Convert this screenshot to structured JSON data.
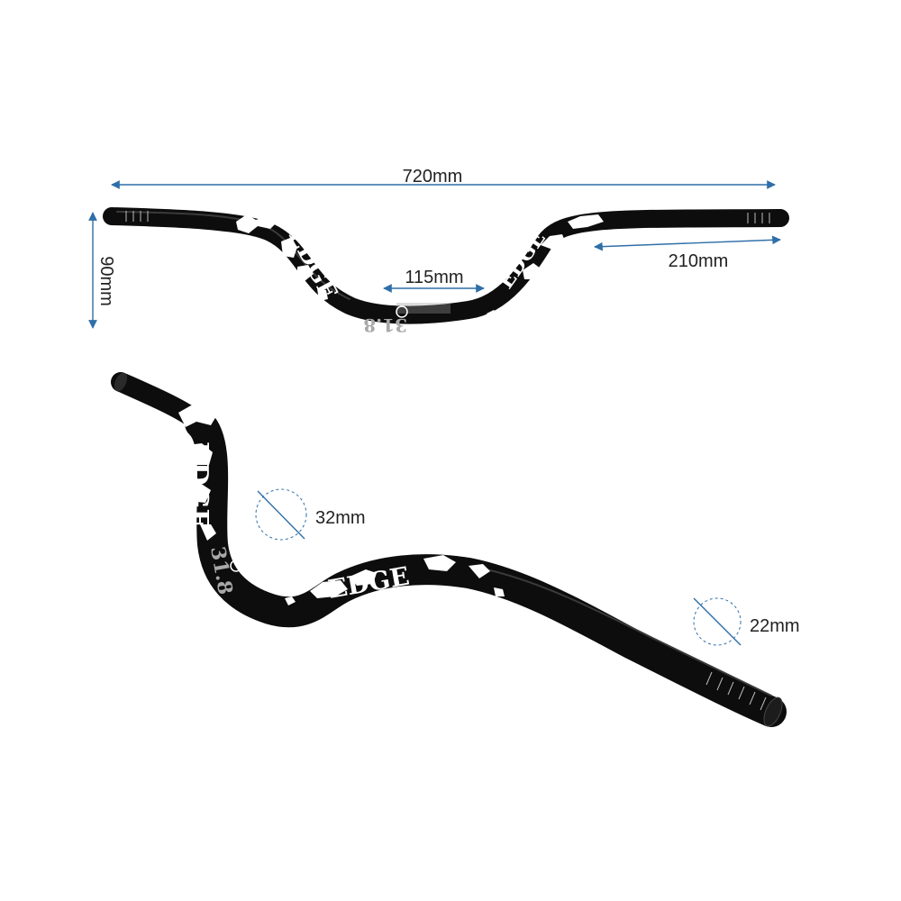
{
  "dimensions": {
    "width": "720mm",
    "rise": "90mm",
    "center": "115mm",
    "grip": "210mm",
    "clamp_diameter": "32mm",
    "grip_diameter": "22mm"
  },
  "brand": {
    "logo_top": "EDGE",
    "clamp_mark": "31.8",
    "logo_bottom": "EDGE",
    "bottom_wordmark": "EDGE",
    "bottom_clamp_mark": "31.8"
  },
  "colors": {
    "dimension_line": "#2f6fa8",
    "bar": "#0d0d0d",
    "graphic": "#ffffff"
  }
}
